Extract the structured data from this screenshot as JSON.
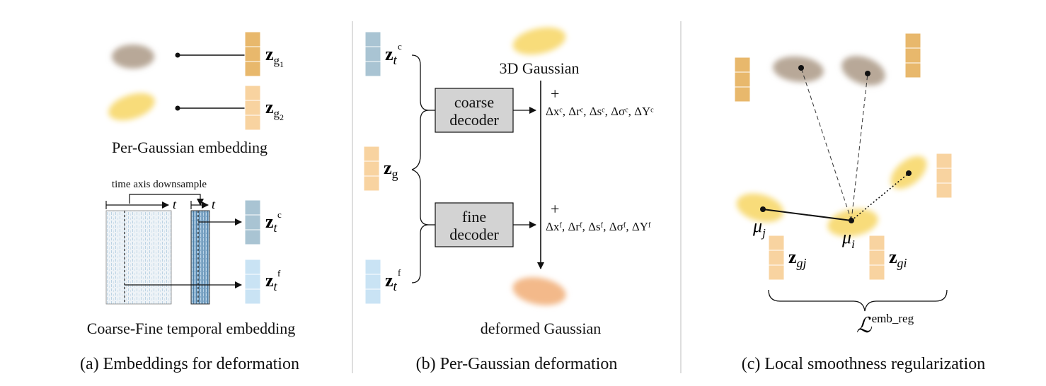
{
  "panel_a": {
    "caption": "(a) Embeddings for deformation",
    "per_gaussian_label": "Per-Gaussian embedding",
    "temporal_label": "Coarse-Fine temporal embedding",
    "downsample_label": "time axis downsample",
    "t_symbol": "t",
    "z_symbol": "z",
    "sub_g1": "g",
    "sub_g1_index": "1",
    "sub_g2": "g",
    "sub_g2_index": "2",
    "sup_c": "c",
    "sup_f": "f"
  },
  "panel_b": {
    "caption": "(b) Per-Gaussian deformation",
    "gaussian_label": "3D Gaussian",
    "deformed_label": "deformed Gaussian",
    "coarse_decoder": [
      "coarse",
      "decoder"
    ],
    "fine_decoder": [
      "fine",
      "decoder"
    ],
    "plus": "+",
    "coarse_delta": "Δxᶜ, Δrᶜ, Δsᶜ, Δσᶜ, ΔYᶜ",
    "fine_delta": "Δxᶠ, Δrᶠ, Δsᶠ, Δσᶠ, ΔYᶠ",
    "z_symbol": "z",
    "t_symbol": "t",
    "sub_g": "g",
    "sup_c": "c",
    "sup_f": "f"
  },
  "panel_c": {
    "caption": "(c) Local smoothness regularization",
    "mu_symbol": "μ",
    "sub_j": "j",
    "sub_i": "i",
    "z_symbol": "z",
    "sub_gj": "gj",
    "sub_gi": "gi",
    "loss_symbol": "ℒ",
    "loss_sup": "emb_reg"
  },
  "colors": {
    "gaussian_brown": "#b8a898",
    "gaussian_yellow": "#f8dc7a",
    "gaussian_orange": "#f3b98a",
    "embed_orange": "#e8b86c",
    "embed_light_orange": "#f8d3a0",
    "embed_blue": "#a9c4d3",
    "embed_light_blue": "#c9e3f4",
    "decoder_gray": "#d3d3d3"
  }
}
